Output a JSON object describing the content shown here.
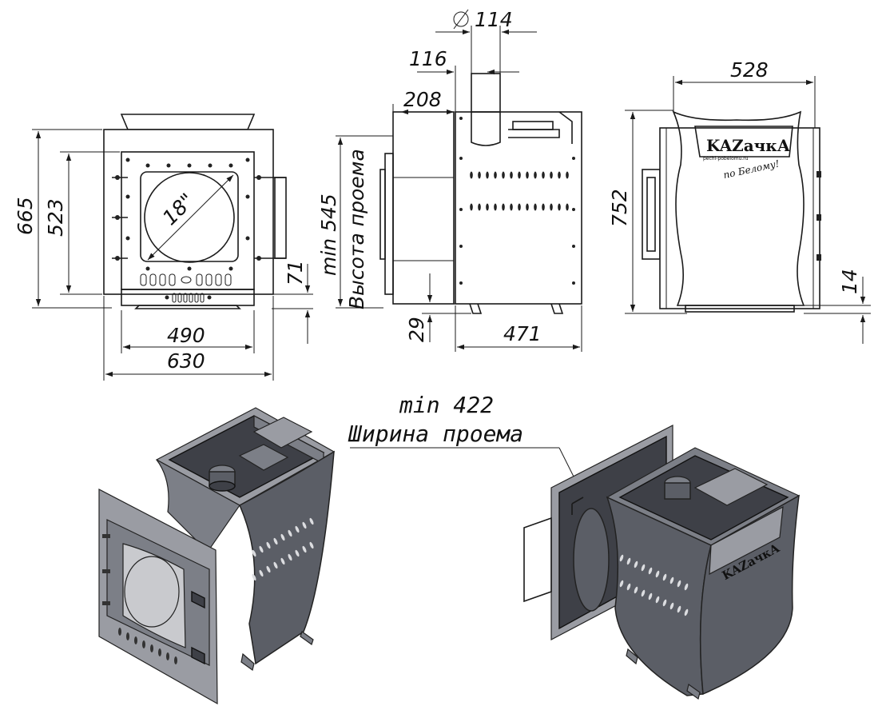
{
  "front_view": {
    "dims": {
      "height_665": "665",
      "height_523": "523",
      "glass_18": "18\"",
      "width_490": "490",
      "width_630": "630",
      "bottom_71": "71"
    }
  },
  "side_view": {
    "dims": {
      "pipe_diameter": "114",
      "offset_116": "116",
      "offset_208": "208",
      "min_545": "min 545",
      "opening_height": "Высота проема",
      "leg_29": "29",
      "depth_471": "471"
    }
  },
  "rear_view": {
    "dims": {
      "width_528": "528",
      "height_752": "752",
      "leg_14": "14"
    },
    "logo": {
      "brand": "KAZачкА",
      "slogan": "по Белому!",
      "url": "pechi-pobelomu.ru"
    }
  },
  "callout": {
    "value": "min 422",
    "label": "Ширина проема"
  },
  "colors": {
    "line": "#1a1a1a",
    "metal": "#5b5e66",
    "background": "#ffffff"
  }
}
